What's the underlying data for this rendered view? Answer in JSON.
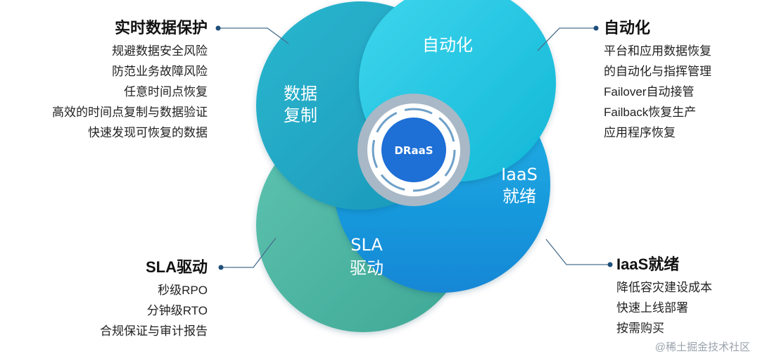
{
  "diagram": {
    "center": {
      "label": "DRaaS"
    },
    "petals": {
      "automation": "自动化",
      "replication_line1": "数据",
      "replication_line2": "复制",
      "iaas_line1": "IaaS",
      "iaas_line2": "就绪",
      "sla_line1": "SLA",
      "sla_line2": "驱动"
    },
    "colors": {
      "petal_top": "#22c8e3",
      "petal_left": "#1fa9c4",
      "petal_right": "#1a9de0",
      "petal_bottom": "#57b8a6",
      "center_core": "#1e6fd6",
      "center_ring": "#9fb0c0",
      "connector": "#1e4f7a"
    }
  },
  "panels": {
    "realtime_protection": {
      "heading": "实时数据保护",
      "items": [
        "规避数据安全风险",
        "防范业务故障风险",
        "任意时间点恢复",
        "高效的时间点复制与数据验证",
        "快速发现可恢复的数据"
      ]
    },
    "automation": {
      "heading": "自动化",
      "items": [
        "平台和应用数据恢复",
        "的自动化与指挥管理",
        "Failover自动接管",
        "Failback恢复生产",
        "应用程序恢复"
      ]
    },
    "sla_driven": {
      "heading": "SLA驱动",
      "items": [
        "秒级RPO",
        "分钟级RTO",
        "合规保证与审计报告"
      ]
    },
    "iaas_ready": {
      "heading": "IaaS就绪",
      "items": [
        "降低容灾建设成本",
        "快速上线部署",
        "按需购买"
      ]
    }
  },
  "watermark": "@稀土掘金技术社区"
}
